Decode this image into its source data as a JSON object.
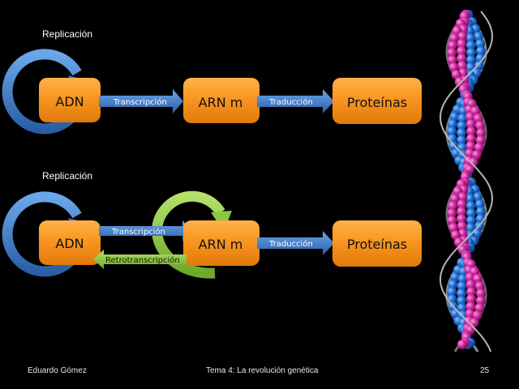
{
  "diagram": {
    "top": {
      "replication_label": "Replicación",
      "adn": "ADN",
      "arn": "ARN m",
      "proteinas": "Proteínas",
      "transcripcion": "Transcripción",
      "traduccion": "Traducción"
    },
    "bottom": {
      "replication_label": "Replicación",
      "adn": "ADN",
      "arn": "ARN m",
      "proteinas": "Proteínas",
      "transcripcion": "Transcripción",
      "retrotranscripcion": "Retrotranscripción",
      "traduccion": "Traducción"
    }
  },
  "footer": {
    "author": "Eduardo Gómez",
    "topic": "Tema 4: La revolución genética",
    "page": "25"
  },
  "colors": {
    "box_orange": "#f7931e",
    "arrow_blue": "#3b78c4",
    "loop_blue": "#3a73c9",
    "loop_green": "#8dc63f",
    "dna_blue": "#1f6fd6",
    "dna_pink": "#d12aa1"
  }
}
